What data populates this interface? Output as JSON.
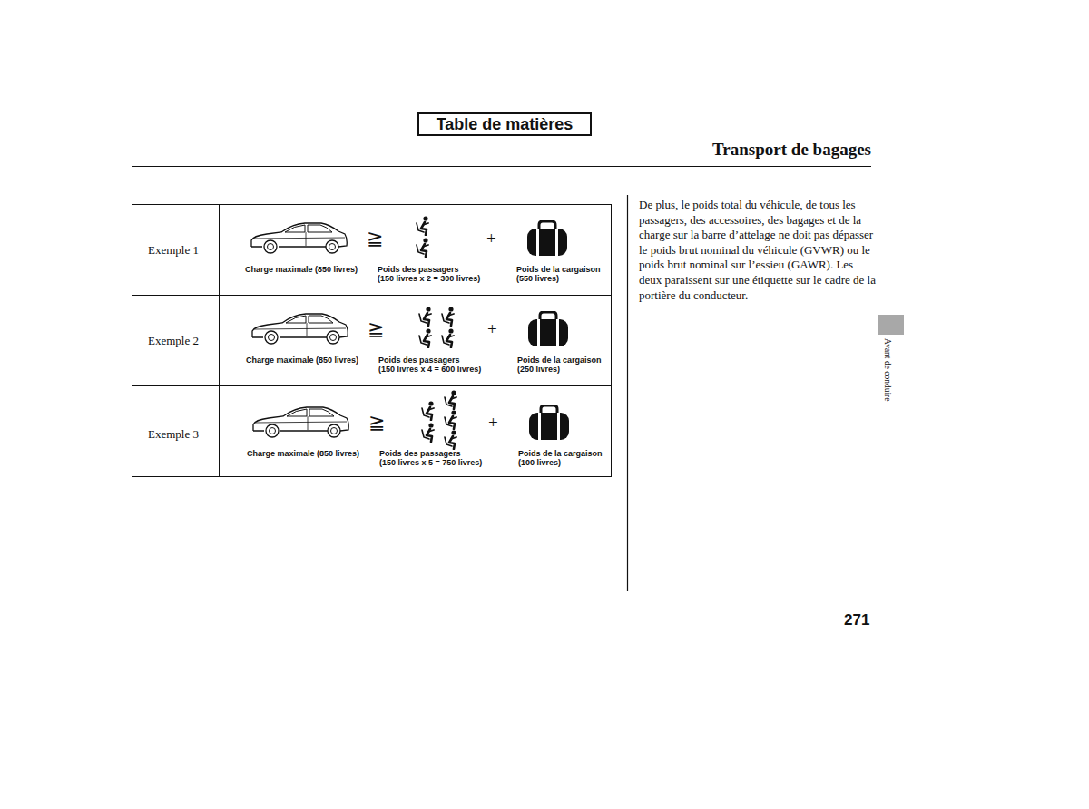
{
  "diagram": {
    "title": "Transport de bagages",
    "nodes": [
      {
        "text": [
          "Table de matières"
        ]
      }
    ],
    "labels": [
      "Exemple 1",
      "≧",
      "+",
      "Charge maximale (850 livres)",
      "Poids des passagers",
      "(150 livres x 2 = 300 livres)",
      "Poids de la cargaison",
      "(550 livres)",
      "Exemple 2",
      "≧",
      "+",
      "Charge maximale (850 livres)",
      "Poids des passagers",
      "(150 livres x 4 = 600 livres)",
      "Poids de la cargaison",
      "(250 livres)",
      "Exemple 3",
      "≧",
      "+",
      "Charge maximale (850 livres)",
      "Poids des passagers",
      "(150 livres x 5 = 750 livres)",
      "Poids de la cargaison",
      "(100 livres)",
      "De plus, le poids total du véhicule, de tous les passagers, des accessoires, des bagages et de la charge sur la barre d’attelage ne doit pas dépasser le poids brut nominal du véhicule (GVWR) ou le poids brut nominal sur l’essieu (GAWR). Les deux paraissent sur une étiquette sur le cadre de la portière du conducteur.",
      "Avant de conduire",
      "271"
    ]
  }
}
